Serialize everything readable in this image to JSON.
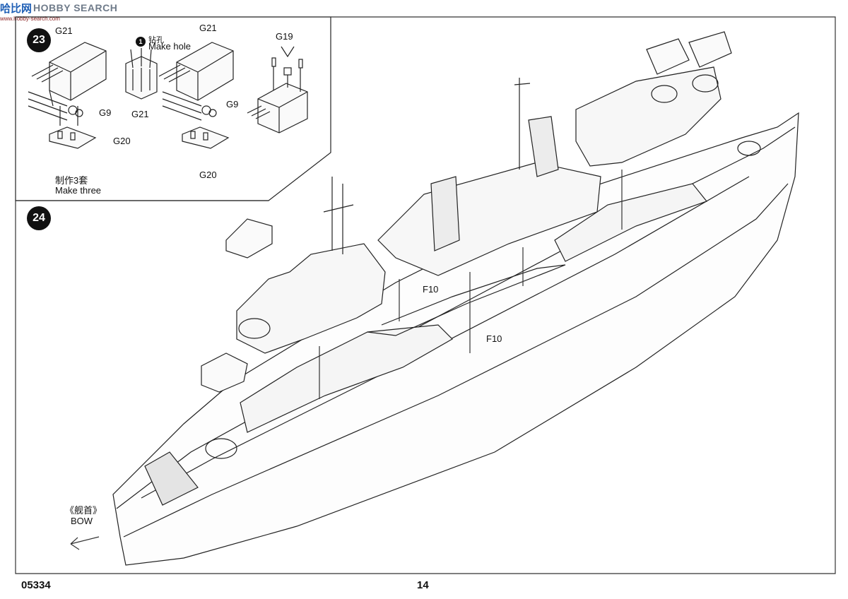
{
  "watermark": {
    "logo": "哈比网",
    "brand": "HOBBY SEARCH",
    "url": "www.hobby-search.com"
  },
  "step23": {
    "number": "23",
    "parts": {
      "g21_left": "G21",
      "g21_center": "G21",
      "g21_right": "G21",
      "g19": "G19",
      "g9_left": "G9",
      "g9_right": "G9",
      "g20_left": "G20",
      "g20_right": "G20"
    },
    "hole_icon": "1",
    "hole_cn": "钻孔",
    "hole_en": "Make hole",
    "make_cn": "制作3套",
    "make_en": "Make three"
  },
  "step24": {
    "number": "24",
    "parts": {
      "f10_a": "F10",
      "f10_b": "F10"
    },
    "bow_cn": "《舰首》",
    "bow_en": "BOW"
  },
  "footer": {
    "catalog": "05334",
    "page": "14"
  }
}
